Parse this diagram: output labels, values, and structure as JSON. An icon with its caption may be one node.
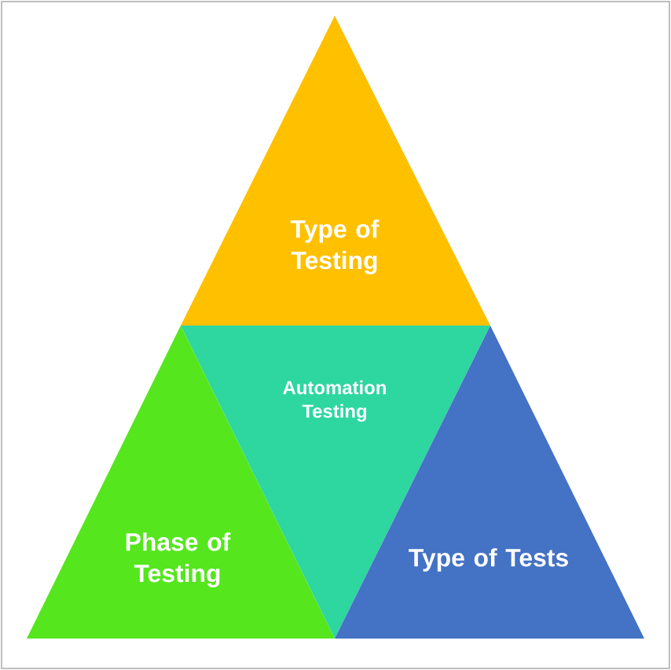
{
  "diagram": {
    "nodes": [
      {
        "text": [
          "Type of Testing"
        ]
      },
      {
        "text": [
          "Automation Testing"
        ]
      },
      {
        "text": [
          "Phase of Testing"
        ]
      },
      {
        "text": [
          "Type of Tests"
        ]
      }
    ]
  }
}
